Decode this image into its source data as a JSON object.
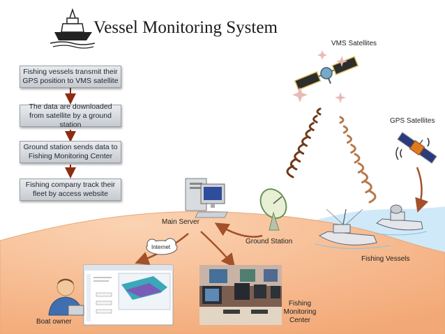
{
  "title": "Vessel Monitoring System",
  "steps": [
    "Fishing vessels transmit their GPS position to VMS satellite",
    "The data are downloaded from satellite by a ground station",
    "Ground station sends data to Fishing Monitoring Center",
    "Fishing company track their fleet by access website"
  ],
  "labels": {
    "vms_satellites": "VMS Satellites",
    "gps_satellites": "GPS Satellites",
    "main_server": "Main Server",
    "ground_station": "Ground Station",
    "fishing_vessels": "Fishing Vessels",
    "internet": "Internet",
    "boat_owner": "Boat owner",
    "fmc_line1": "Fishing",
    "fmc_line2": "Monitoring",
    "fmc_line3": "Center"
  },
  "colors": {
    "land": "#f6b98f",
    "sea": "#c8e6f7",
    "step_arrow": "#8b2e12",
    "connector": "#a2512a",
    "signal_dark": "#6e3a1a",
    "signal_light": "#b6784a"
  },
  "icons": [
    "ship-logo-icon",
    "vms-satellite-icon",
    "gps-satellite-icon",
    "server-computer-icon",
    "satellite-dish-icon",
    "fishing-boat-icon",
    "website-screenshot-icon",
    "monitoring-room-icon",
    "boat-owner-person-icon",
    "internet-cloud-icon"
  ]
}
